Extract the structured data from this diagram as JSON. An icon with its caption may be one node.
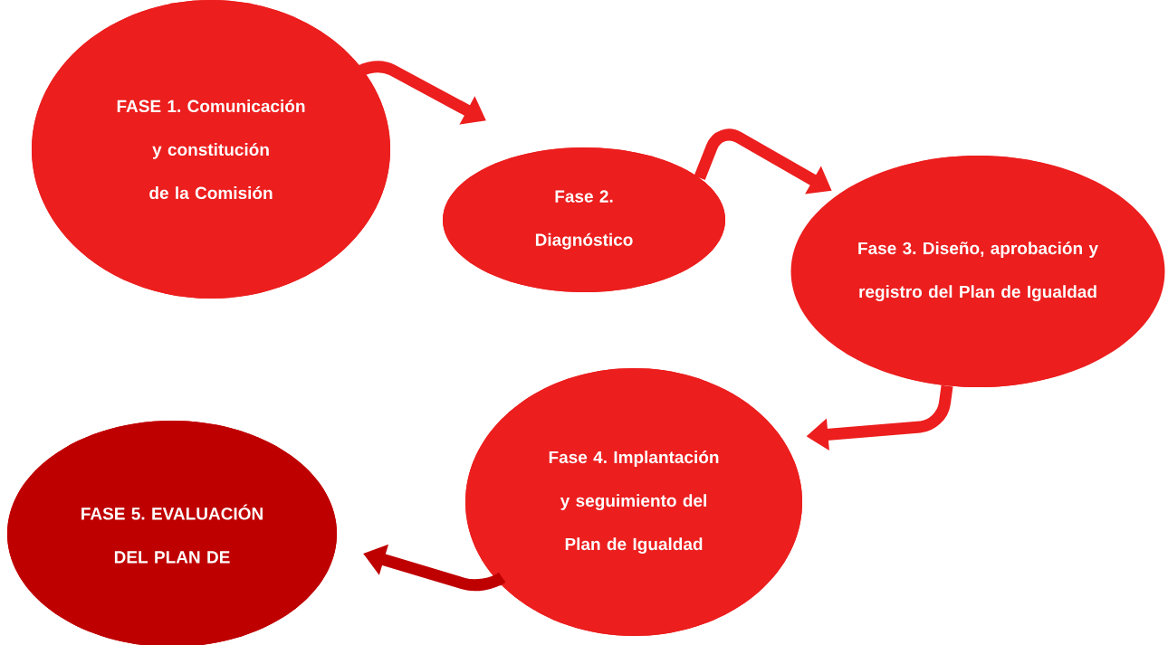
{
  "diagram": {
    "nodes": [
      {
        "text": [
          "FASE 1. Comunicación y constitución de la Comisión"
        ]
      },
      {
        "text": [
          "Fase 2. Diagnóstico"
        ]
      },
      {
        "text": [
          "Fase 3. Diseño, aprobación y registro del Plan de Igualdad"
        ]
      },
      {
        "text": [
          "Fase 4. Implantación y seguimiento del Plan de Igualdad"
        ]
      },
      {
        "text": [
          "FASE 5. EVALUACIÓN DEL PLAN DE"
        ]
      }
    ],
    "edges": [
      {
        "from": 0,
        "to": 1,
        "arrow": "to"
      },
      {
        "from": 1,
        "to": 2,
        "arrow": "to"
      },
      {
        "from": 2,
        "to": 3,
        "arrow": "to"
      },
      {
        "from": 3,
        "to": 4,
        "arrow": "to",
        "color": "#bf0000"
      }
    ]
  }
}
